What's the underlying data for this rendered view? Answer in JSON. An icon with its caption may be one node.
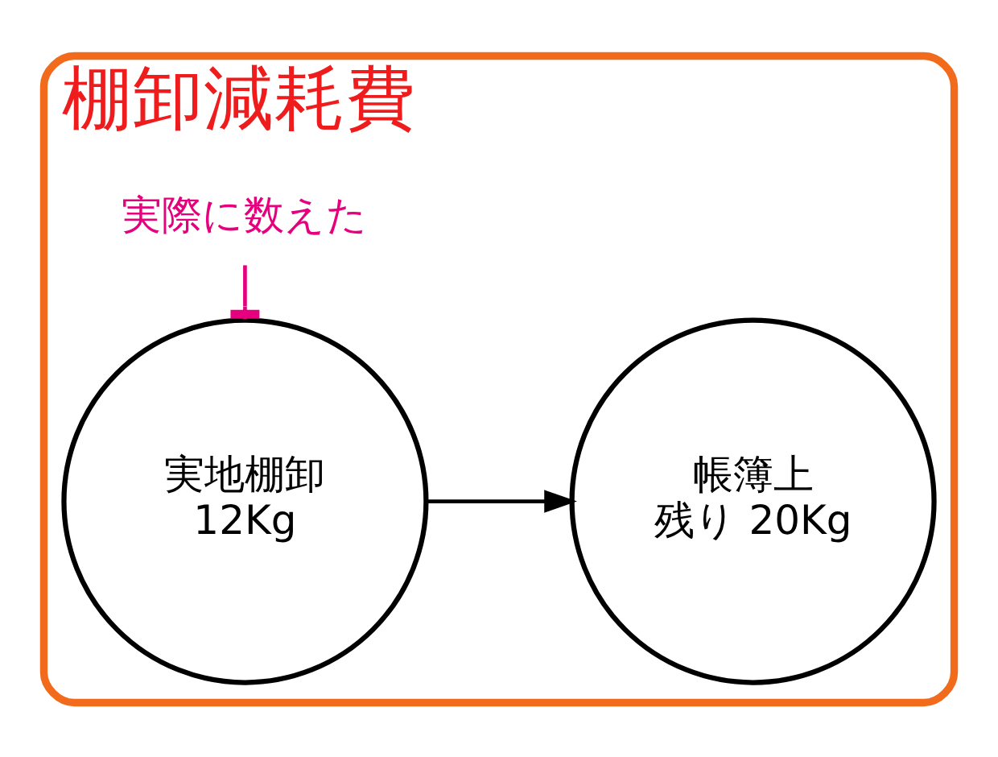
{
  "diagram": {
    "nodes": [
      {
        "text": [
          "棚卸減耗費"
        ]
      },
      {
        "text": [
          "帳簿上",
          "残り 20Kg"
        ],
        "in": 0
      },
      {
        "text": [
          "実地棚卸",
          "12Kg"
        ],
        "in": 0,
        "beside": [
          "実際に数えた"
        ]
      }
    ],
    "edges": [
      {
        "from": 2,
        "to": 1,
        "arrow": "to"
      }
    ]
  }
}
